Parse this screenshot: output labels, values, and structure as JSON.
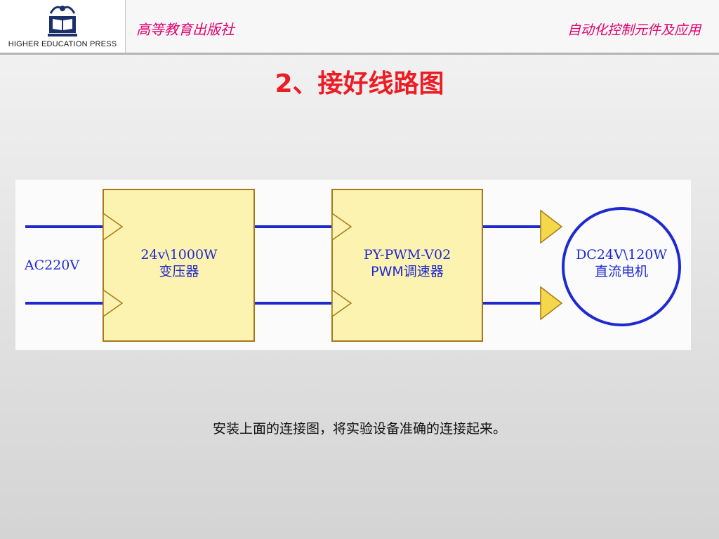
{
  "header": {
    "logo_text": "HIGHER EDUCATION PRESS",
    "publisher": "高等教育出版社",
    "course": "自动化控制元件及应用"
  },
  "title": "2、接好线路图",
  "diagram": {
    "input_label": "AC220V",
    "transformer": {
      "line1": "24v\\1000W",
      "line2": "变压器"
    },
    "controller": {
      "line1": "PY-PWM-V02",
      "line2": "PWM调速器"
    },
    "motor": {
      "line1": "DC24V\\120W",
      "line2": "直流电机"
    }
  },
  "caption": "安装上面的连接图，将实验设备准确的连接起来。",
  "colors": {
    "accent": "#e0006e",
    "title": "#ec1c24",
    "wire": "#1e2ad0",
    "block_fill": "#fdf3b0",
    "block_border": "#a87818",
    "connector": "#f5d84a"
  }
}
